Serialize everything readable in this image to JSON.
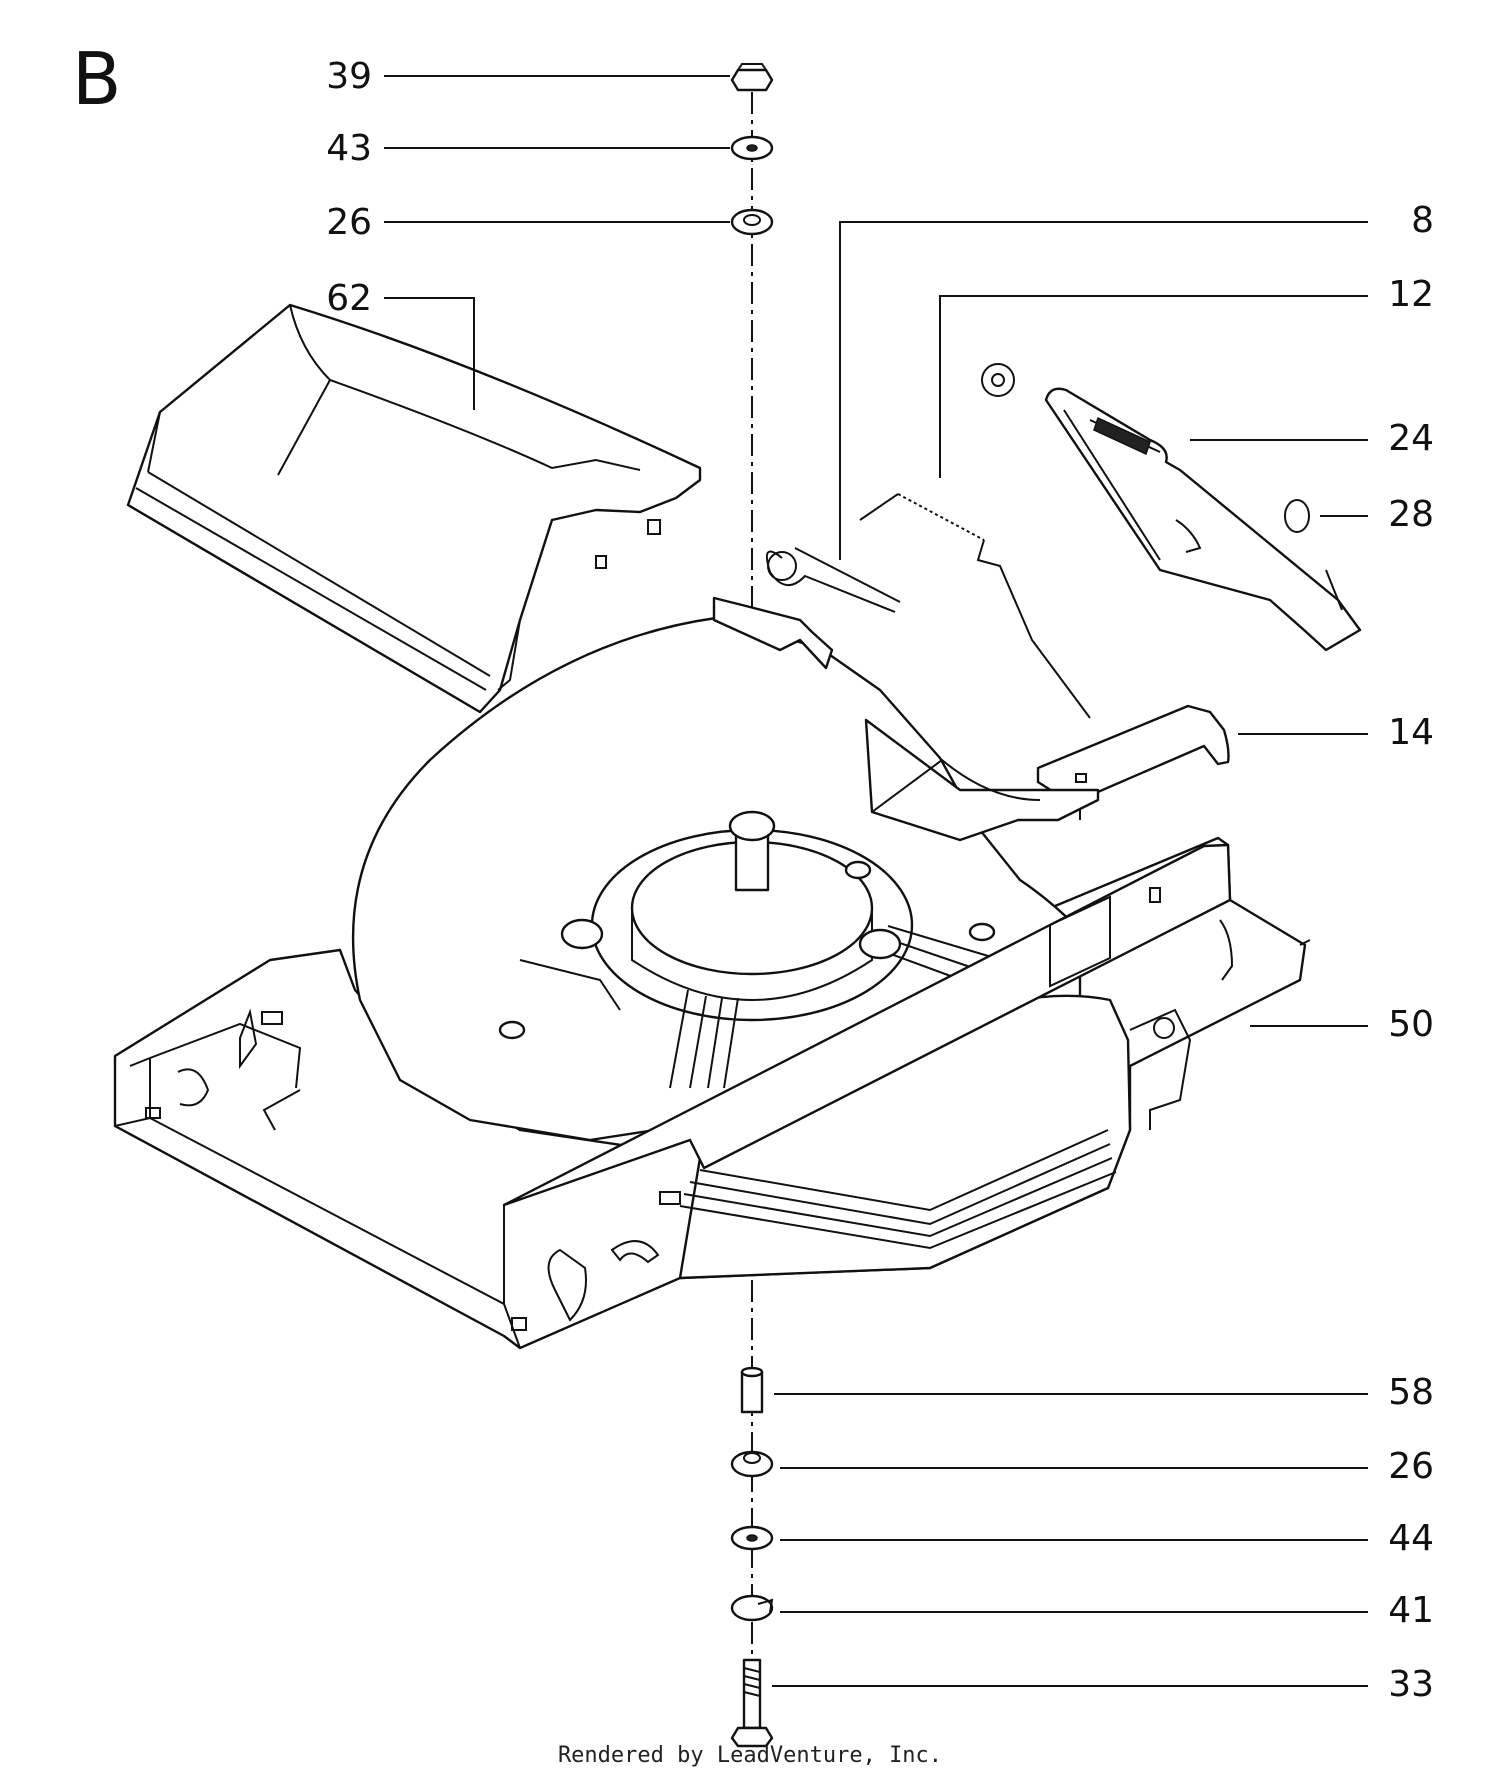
{
  "section_letter": "B",
  "labels": [
    "39",
    "43",
    "26",
    "62",
    "8",
    "12",
    "24",
    "28",
    "14",
    "50",
    "58",
    "26",
    "44",
    "41",
    "33"
  ],
  "footer": "Rendered by LeadVenture, Inc."
}
